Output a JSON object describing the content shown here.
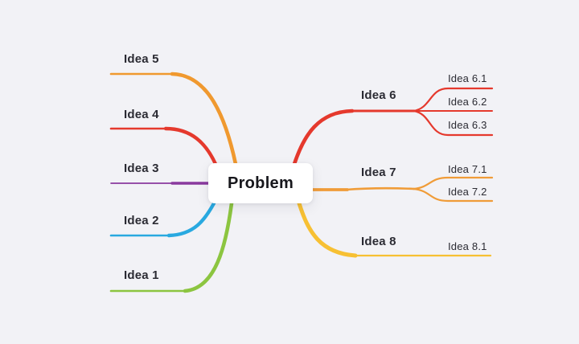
{
  "app": {
    "background": "#F2F2F6",
    "text_color": "#2B2B33"
  },
  "center_node": {
    "label": "Problem",
    "background": "#FFFFFF",
    "text_color": "#17171C"
  },
  "branches": {
    "idea1": {
      "label": "Idea 1",
      "color": "#8CC540"
    },
    "idea2": {
      "label": "Idea 2",
      "color": "#29A9E0"
    },
    "idea3": {
      "label": "Idea 3",
      "color": "#8A3A9E"
    },
    "idea4": {
      "label": "Idea 4",
      "color": "#E5392D"
    },
    "idea5": {
      "label": "Idea 5",
      "color": "#F0992F"
    },
    "idea6": {
      "label": "Idea 6",
      "color": "#E5392D",
      "children": [
        {
          "label": "Idea 6.1"
        },
        {
          "label": "Idea 6.2"
        },
        {
          "label": "Idea 6.3"
        }
      ]
    },
    "idea7": {
      "label": "Idea 7",
      "color": "#F09C38",
      "children": [
        {
          "label": "Idea 7.1"
        },
        {
          "label": "Idea 7.2"
        }
      ]
    },
    "idea8": {
      "label": "Idea 8",
      "color": "#F7C033",
      "children": [
        {
          "label": "Idea 8.1"
        }
      ]
    }
  }
}
